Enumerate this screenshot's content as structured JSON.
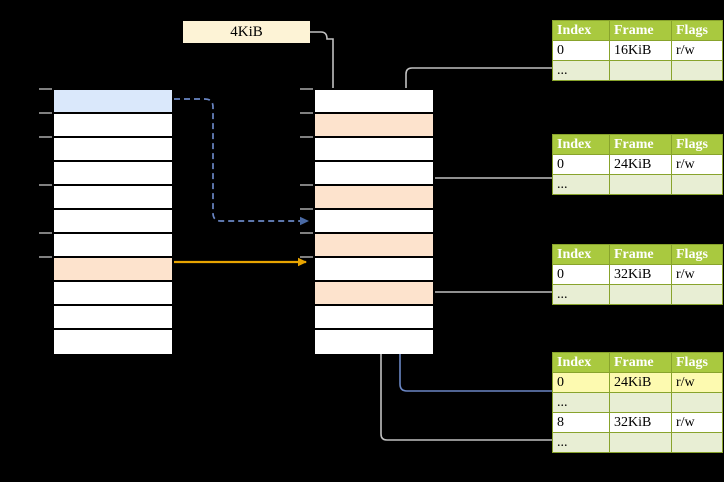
{
  "diagram": {
    "title": "page-table-walk-diagram",
    "size_label": "4KiB",
    "colors": {
      "header_green": "#a9c93f",
      "table_border_green": "#88a32c",
      "alt_row": "#e8eed4",
      "highlight_yellow": "#fdfab0",
      "peach": "#fde3cd",
      "blue_fill": "#dae8fb",
      "blue_wire": "#6a86c4",
      "orange_wire": "#e8a400",
      "gray_wire": "#bfbfbf",
      "background": "#000000"
    }
  },
  "virtual_column": {
    "name": "virtual-address-space",
    "row_count": 11,
    "rows": [
      {
        "fill": "blue"
      },
      {
        "fill": "white"
      },
      {
        "fill": "white"
      },
      {
        "fill": "white"
      },
      {
        "fill": "white"
      },
      {
        "fill": "white"
      },
      {
        "fill": "white"
      },
      {
        "fill": "peach"
      },
      {
        "fill": "white"
      },
      {
        "fill": "white"
      },
      {
        "fill": "white"
      }
    ]
  },
  "physical_column": {
    "name": "physical-address-space",
    "row_count": 11,
    "rows": [
      {
        "fill": "white"
      },
      {
        "fill": "peach"
      },
      {
        "fill": "white"
      },
      {
        "fill": "white"
      },
      {
        "fill": "peach"
      },
      {
        "fill": "white"
      },
      {
        "fill": "peach"
      },
      {
        "fill": "white"
      },
      {
        "fill": "peach"
      },
      {
        "fill": "white"
      },
      {
        "fill": "white"
      }
    ]
  },
  "page_tables": [
    {
      "name": "page-table-level-1",
      "headers": {
        "index": "Index",
        "frame": "Frame",
        "flags": "Flags"
      },
      "rows": [
        {
          "index": "0",
          "frame": "16KiB",
          "flags": "r/w",
          "style": "normal"
        },
        {
          "index": "...",
          "frame": "",
          "flags": "",
          "style": "alt"
        }
      ]
    },
    {
      "name": "page-table-level-2",
      "headers": {
        "index": "Index",
        "frame": "Frame",
        "flags": "Flags"
      },
      "rows": [
        {
          "index": "0",
          "frame": "24KiB",
          "flags": "r/w",
          "style": "normal"
        },
        {
          "index": "...",
          "frame": "",
          "flags": "",
          "style": "alt"
        }
      ]
    },
    {
      "name": "page-table-level-3",
      "headers": {
        "index": "Index",
        "frame": "Frame",
        "flags": "Flags"
      },
      "rows": [
        {
          "index": "0",
          "frame": "32KiB",
          "flags": "r/w",
          "style": "normal"
        },
        {
          "index": "...",
          "frame": "",
          "flags": "",
          "style": "alt"
        }
      ]
    },
    {
      "name": "page-table-level-4",
      "headers": {
        "index": "Index",
        "frame": "Frame",
        "flags": "Flags"
      },
      "rows": [
        {
          "index": "0",
          "frame": "24KiB",
          "flags": "r/w",
          "style": "highlight"
        },
        {
          "index": "...",
          "frame": "",
          "flags": "",
          "style": "alt"
        },
        {
          "index": "8",
          "frame": "32KiB",
          "flags": "r/w",
          "style": "normal"
        },
        {
          "index": "...",
          "frame": "",
          "flags": "",
          "style": "alt"
        }
      ]
    }
  ]
}
